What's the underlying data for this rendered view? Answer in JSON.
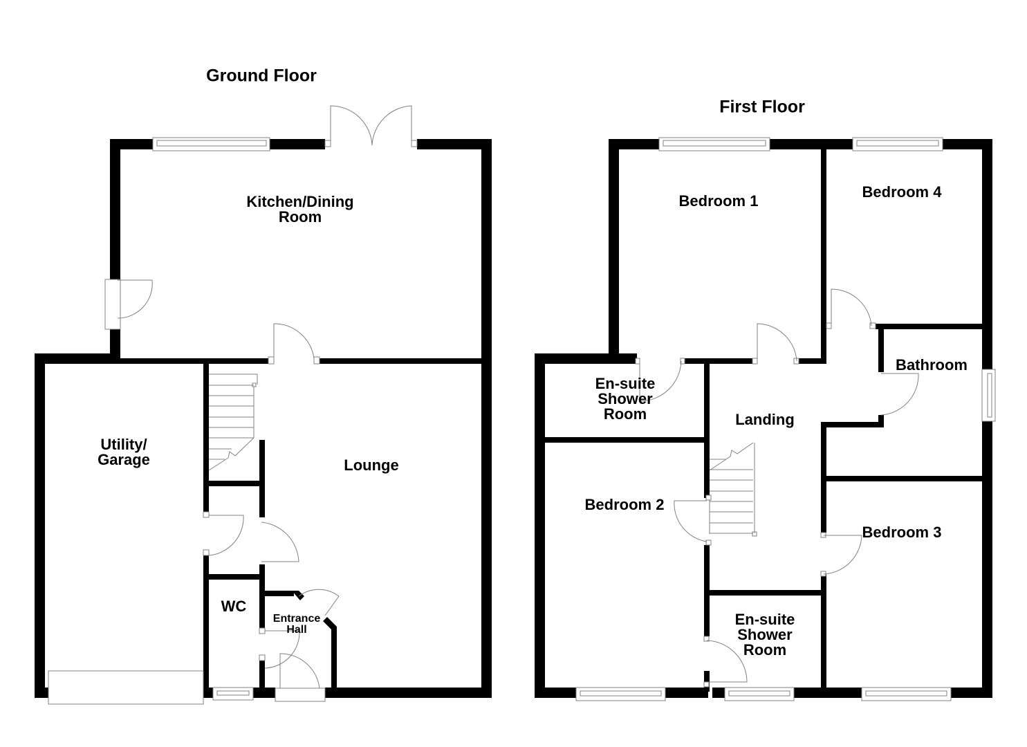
{
  "floors": {
    "ground": {
      "title": "Ground Floor",
      "rooms": {
        "kitchen": "Kitchen/Dining\nRoom",
        "utility": "Utility/\nGarage",
        "lounge": "Lounge",
        "wc": "WC",
        "entrance": "Entrance\nHall"
      }
    },
    "first": {
      "title": "First Floor",
      "rooms": {
        "bedroom1": "Bedroom 1",
        "bedroom4": "Bedroom 4",
        "ensuite1": "En-suite\nShower\nRoom",
        "landing": "Landing",
        "bathroom": "Bathroom",
        "bedroom2": "Bedroom 2",
        "bedroom3": "Bedroom 3",
        "ensuite2": "En-suite\nShower\nRoom"
      }
    }
  },
  "colors": {
    "wall": "#000000",
    "line": "#808080",
    "background": "#ffffff"
  }
}
